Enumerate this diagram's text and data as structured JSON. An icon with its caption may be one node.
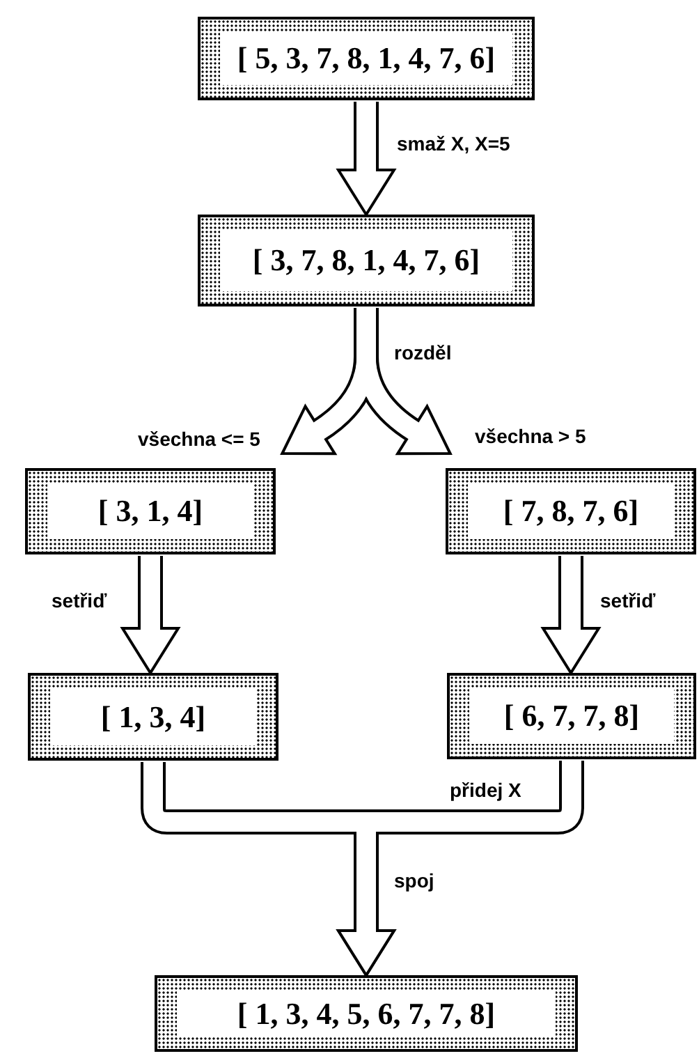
{
  "diagram": {
    "nodes": [
      {
        "text": [
          "[ 5, 3, 7, 8, 1, 4, 7, 6]"
        ]
      },
      {
        "text": [
          "[ 3, 7, 8, 1, 4, 7, 6]"
        ]
      },
      {
        "text": [
          "[ 3, 1, 4]"
        ]
      },
      {
        "text": [
          "[ 7, 8, 7, 6]"
        ]
      },
      {
        "text": [
          "[ 1, 3, 4]"
        ]
      },
      {
        "text": [
          "[ 6, 7, 7, 8]"
        ]
      },
      {
        "text": [
          "[ 1, 3, 4, 5, 6, 7, 7, 8]"
        ]
      }
    ],
    "edges": [
      {
        "from": 0,
        "to": 1,
        "arrow": "to",
        "label": "smaž X, X=5"
      },
      {
        "from": 1,
        "to": 2,
        "arrow": "to",
        "label": "všechna <= 5"
      },
      {
        "from": 1,
        "to": 3,
        "arrow": "to",
        "label": "všechna > 5"
      },
      {
        "from": 2,
        "to": 4,
        "arrow": "to",
        "label": "setřiď"
      },
      {
        "from": 3,
        "to": 5,
        "arrow": "to",
        "label": "setřiď"
      },
      {
        "from": 4,
        "to": 6,
        "arrow": "to"
      },
      {
        "from": 5,
        "to": 6,
        "arrow": "to",
        "label": "přidej X"
      }
    ],
    "labels": [
      "rozděl",
      "spoj"
    ]
  }
}
